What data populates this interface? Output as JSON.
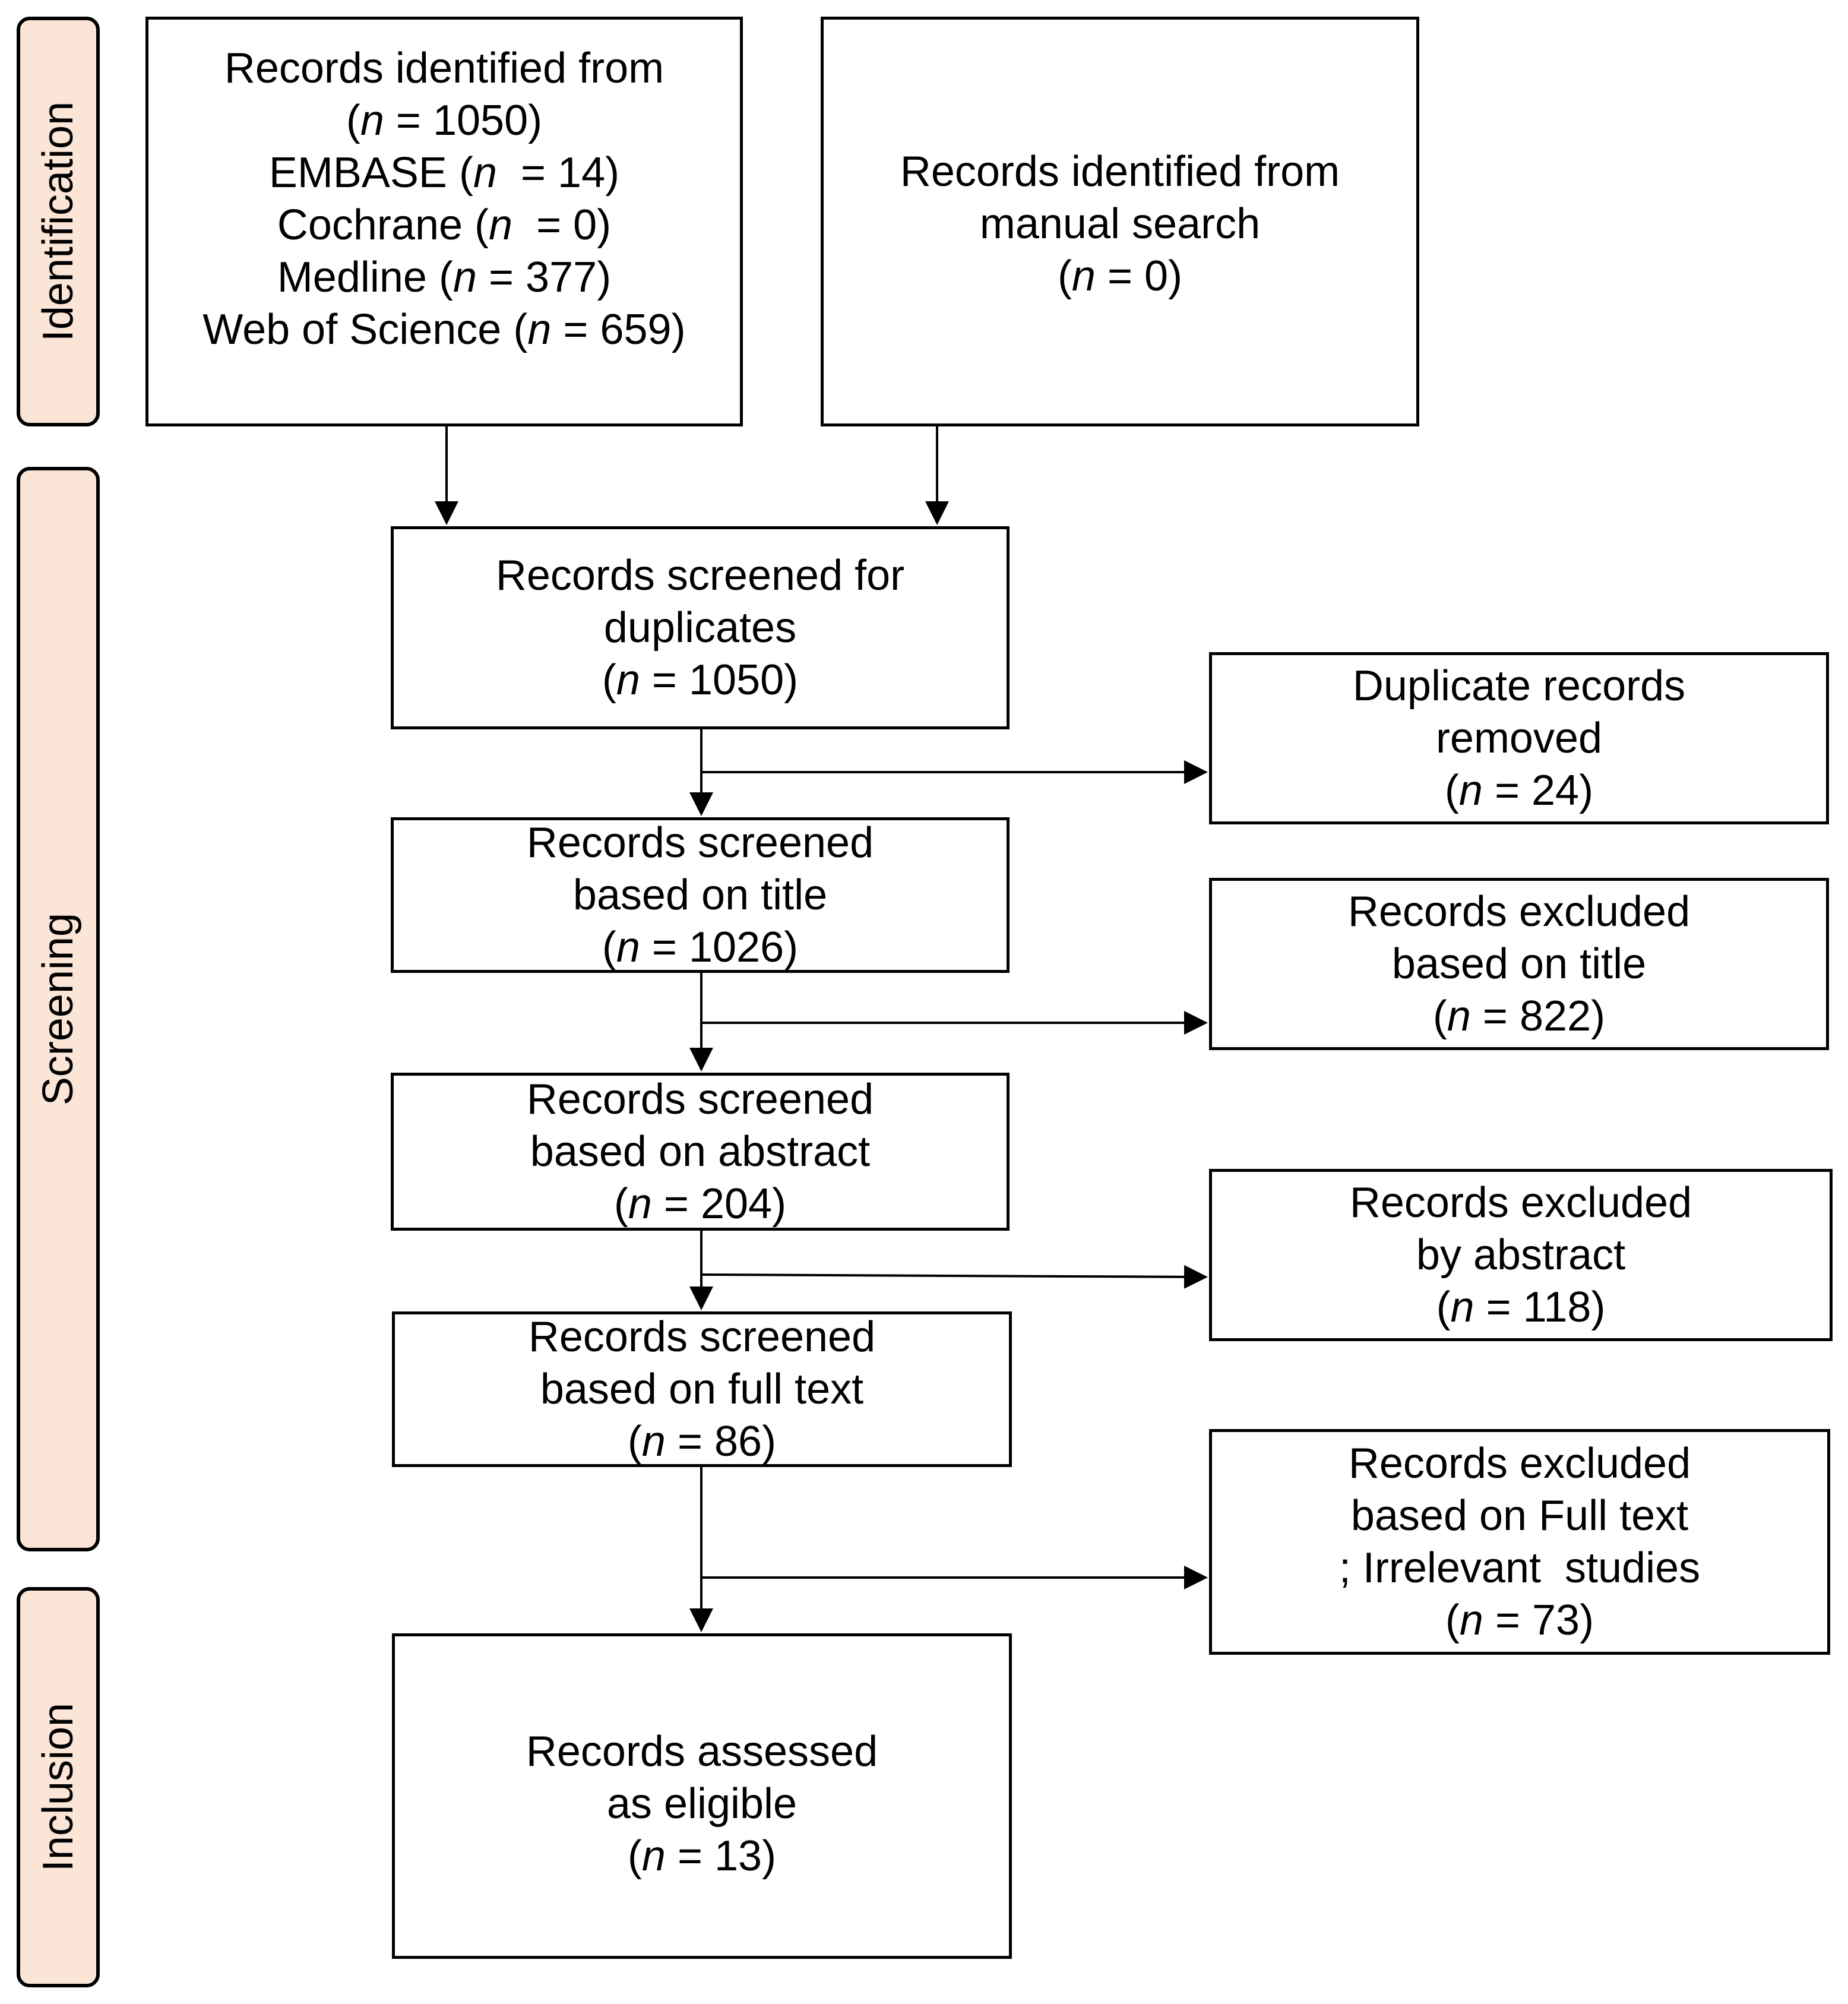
{
  "phases": {
    "identification": "Identification",
    "screening": "Screening",
    "inclusion": "Inclusion"
  },
  "boxes": {
    "identified_databases": {
      "line1": "Records identified from",
      "total": "1050",
      "sources": [
        {
          "name": "EMBASE",
          "n": "14"
        },
        {
          "name": "Cochrane",
          "n": "0"
        },
        {
          "name": "Medline",
          "n": "377"
        },
        {
          "name": "Web of Science",
          "n": "659"
        }
      ]
    },
    "identified_manual": {
      "line1": "Records identified from",
      "line2": "manual search",
      "n": "0"
    },
    "screened_duplicates": {
      "line1": "Records screened for",
      "line2": "duplicates",
      "n": "1050"
    },
    "duplicates_removed": {
      "line1": "Duplicate records",
      "line2": "removed",
      "n": "24"
    },
    "screened_title": {
      "line1": "Records screened",
      "line2": "based on title",
      "n": "1026"
    },
    "excluded_title": {
      "line1": "Records excluded",
      "line2": "based on title",
      "n": "822"
    },
    "screened_abstract": {
      "line1": "Records screened",
      "line2": "based on abstract",
      "n": "204"
    },
    "excluded_abstract": {
      "line1": "Records excluded",
      "line2": "by abstract",
      "n": "118"
    },
    "screened_fulltext": {
      "line1": "Records screened",
      "line2": "based on full text",
      "n": "86"
    },
    "excluded_fulltext": {
      "line1": "Records excluded",
      "line2": "based on Full text",
      "line3": "; Irrelevant  studies",
      "n": "73"
    },
    "eligible": {
      "line1": "Records assessed",
      "line2": "as eligible",
      "n": "13"
    }
  }
}
